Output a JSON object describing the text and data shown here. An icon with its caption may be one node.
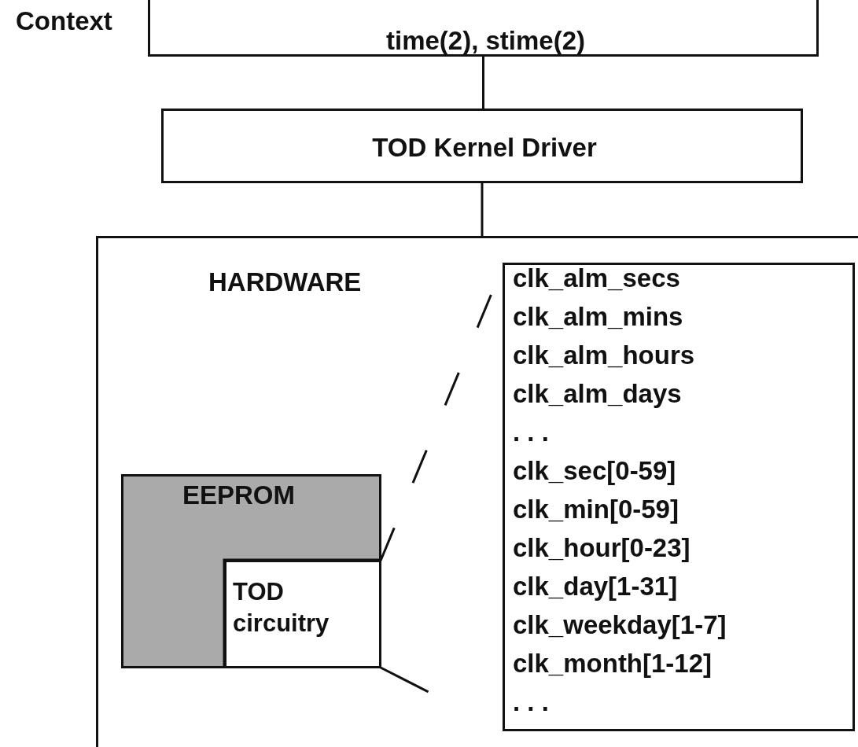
{
  "diagram": {
    "nodes": [
      {
        "text": [
          "time(2), stime(2)"
        ]
      },
      {
        "text": [
          "TOD Kernel Driver"
        ]
      },
      {
        "text": [
          "HARDWARE"
        ]
      },
      {
        "text": [
          "EEPROM"
        ],
        "in": 2
      },
      {
        "text": [
          "TOD circuitry"
        ],
        "in": 2
      },
      {
        "text": [
          "clk_alm_secs",
          "clk_alm_mins",
          "clk_alm_hours",
          "clk_alm_days",
          ". . .",
          "clk_sec[0-59]",
          "clk_min[0-59]",
          "clk_hour[0-23]",
          "clk_day[1-31]",
          "clk_weekday[1-7]",
          "clk_month[1-12]",
          ". . ."
        ],
        "in": 2
      }
    ],
    "edges": [
      {
        "from": 0,
        "to": 1,
        "arrow": "none"
      },
      {
        "from": 1,
        "to": 2,
        "arrow": "none"
      },
      {
        "from": 4,
        "to": 5,
        "arrow": "none",
        "style": "dashed"
      },
      {
        "from": 4,
        "to": 5,
        "arrow": "none",
        "style": "dashed"
      }
    ],
    "labels": [
      "Context"
    ]
  }
}
